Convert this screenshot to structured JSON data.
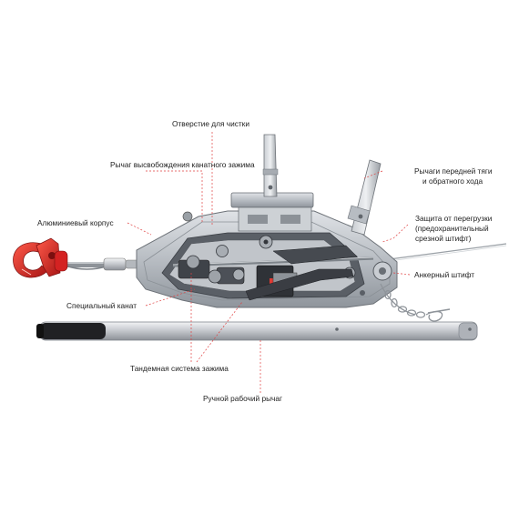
{
  "labels": {
    "cleaning_hole": "Отверстие для чистки",
    "rope_release_lever": "Рычаг высвобождения канатного зажима",
    "aluminium_body": "Алюминиевый корпус",
    "special_rope": "Специальный канат",
    "forward_reverse_levers_line1": "Рычаги передней тяги",
    "forward_reverse_levers_line2": "и обратного хода",
    "overload_protection_line1": "Защита от перегрузки",
    "overload_protection_line2": "(предохранительный",
    "overload_protection_line3": "срезной штифт)",
    "anchor_pin": "Анкерный штифт",
    "tandem_clamp_system": "Тандемная система зажима",
    "manual_lever": "Ручной рабочий рычаг"
  },
  "colors": {
    "leader_line": "#e04040",
    "hook": "#d42222",
    "body_metal": "#b9bec4",
    "dark_metal": "#4a4e55",
    "handle_tube": "#c9ccd1",
    "handle_grip": "#1e1e20"
  }
}
